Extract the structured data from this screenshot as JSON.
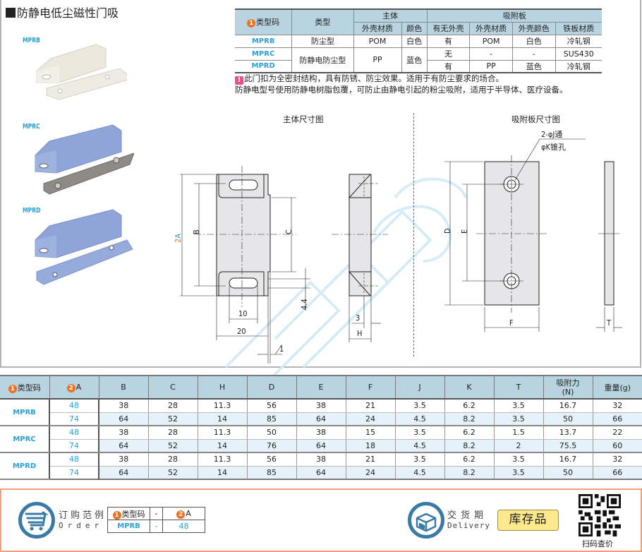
{
  "page": {
    "title": "防静电低尘磁性门吸",
    "watermark_color": "#cfe9f6"
  },
  "products": [
    {
      "code": "MPRB",
      "body_color": "#ede9dc",
      "plate_color": "#eeeae0"
    },
    {
      "code": "MPRC",
      "body_color": "#8fa4d8",
      "plate_color": "#8e8a85"
    },
    {
      "code": "MPRD",
      "body_color": "#8fa4d8",
      "plate_color": "#96aadb"
    }
  ],
  "spec_table": {
    "headers": {
      "type_code": "类型码",
      "type_code_badge": "1",
      "type": "类型",
      "body": "主体",
      "plate": "吸附板",
      "body_material": "外壳材质",
      "body_color": "颜色",
      "plate_has_shell": "有无外壳",
      "plate_shell_material": "外壳材质",
      "plate_shell_color": "外壳颜色",
      "plate_iron_material": "铁板材质"
    },
    "rows": [
      {
        "code": "MPRB",
        "type": "防尘型",
        "body_material": "POM",
        "body_color": "白色",
        "has_shell": "有",
        "shell_material": "POM",
        "shell_color": "白色",
        "iron_material": "冷轧钢"
      },
      {
        "code": "MPRC",
        "type": "防静电防尘型",
        "body_material": "PP",
        "body_color": "蓝色",
        "has_shell": "无",
        "shell_material": "-",
        "shell_color": "-",
        "iron_material": "SUS430"
      },
      {
        "code": "MPRD",
        "type": "防静电防尘型",
        "body_material": "PP",
        "body_color": "蓝色",
        "has_shell": "有",
        "shell_material": "PP",
        "shell_color": "蓝色",
        "iron_material": "冷轧钢"
      }
    ]
  },
  "notes": {
    "icon": "!",
    "line1": "此门扣为全密封结构，具有防锈、防尘效果。适用于有防尘要求的场合。",
    "line2": "防静电型号使用防静电树脂包覆，可防止由静电引起的粉尘吸附，适用于半导体、医疗设备。"
  },
  "drawings": {
    "body_title": "主体尺寸图",
    "plate_title": "吸附板尺寸图",
    "body_labels": {
      "A": "A",
      "A_badge": "2",
      "B": "B",
      "C": "C",
      "d44": "4.4",
      "d10": "10",
      "d20": "20",
      "d1": "1",
      "d3": "3",
      "H": "H"
    },
    "plate_labels": {
      "hole1": "2-φJ通",
      "hole2": "φK锥孔",
      "D": "D",
      "E": "E",
      "F": "F",
      "T": "T"
    }
  },
  "size_table": {
    "headers": [
      "类型码",
      "A",
      "B",
      "C",
      "H",
      "D",
      "E",
      "F",
      "J",
      "K",
      "T",
      "吸附力",
      "(N)",
      "重量(g)"
    ],
    "header_badges": {
      "type_code": "1",
      "A": "2"
    },
    "groups": [
      {
        "code": "MPRB",
        "rows": [
          [
            "48",
            "38",
            "28",
            "11.3",
            "56",
            "38",
            "21",
            "3.5",
            "6.2",
            "3.5",
            "16.7",
            "32"
          ],
          [
            "74",
            "64",
            "52",
            "14",
            "85",
            "64",
            "24",
            "4.5",
            "8.2",
            "3.5",
            "50",
            "66"
          ]
        ]
      },
      {
        "code": "MPRC",
        "rows": [
          [
            "48",
            "38",
            "28",
            "11.3",
            "50",
            "38",
            "15",
            "3.5",
            "6.2",
            "1.5",
            "13.7",
            "22"
          ],
          [
            "74",
            "64",
            "52",
            "14",
            "76",
            "64",
            "18",
            "4.5",
            "8.2",
            "2",
            "75.5",
            "60"
          ]
        ]
      },
      {
        "code": "MPRD",
        "rows": [
          [
            "48",
            "38",
            "28",
            "11.3",
            "56",
            "38",
            "21",
            "3.5",
            "6.2",
            "3.5",
            "16.7",
            "32"
          ],
          [
            "74",
            "64",
            "52",
            "14",
            "85",
            "64",
            "24",
            "4.5",
            "8.2",
            "3.5",
            "50",
            "66"
          ]
        ]
      }
    ]
  },
  "order": {
    "label_cn": "订购范例",
    "label_en": "Order",
    "icon": "cart-icon",
    "example": {
      "h1": "类型码",
      "h1_badge": "1",
      "sep": "-",
      "h2": "A",
      "h2_badge": "2",
      "v1": "MPRB",
      "v2": "48"
    },
    "delivery_cn": "交货期",
    "delivery_en": "Delivery",
    "delivery_icon": "box-icon",
    "stock": "库存品",
    "qr_label": "扫码查价"
  },
  "colors": {
    "header_bg": "#b9d4e1",
    "code_blue": "#2ba0d8",
    "badge_orange": "#f07020",
    "icon_blue": "#3a7ba6",
    "order_border": "#f4a07a",
    "stock_bg": "#fde98c"
  }
}
